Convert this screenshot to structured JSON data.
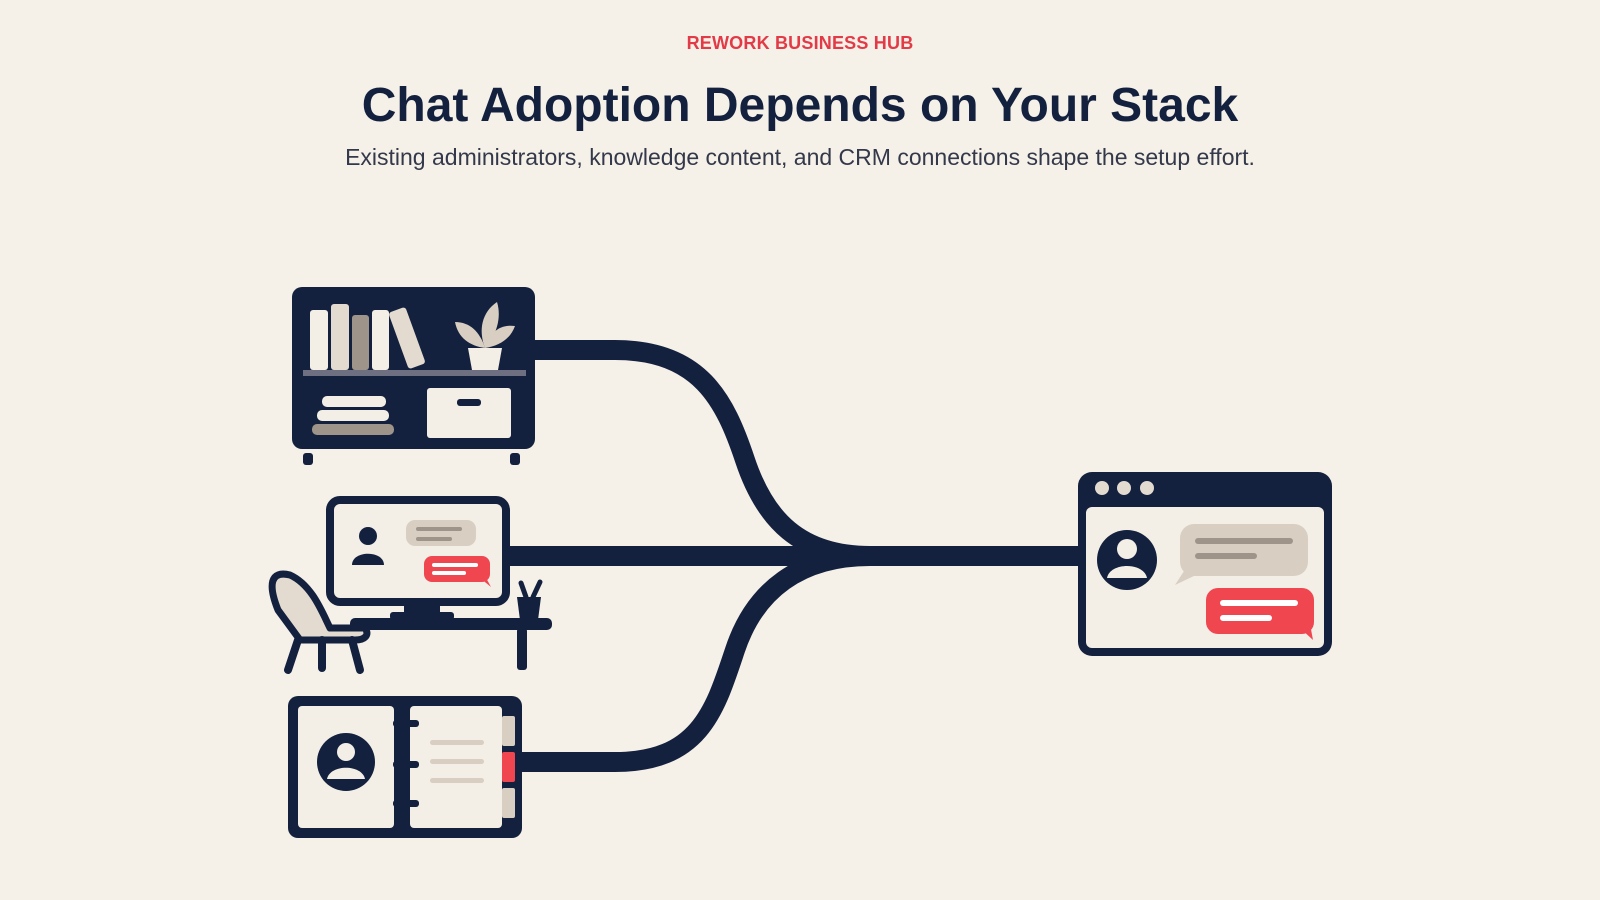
{
  "header": {
    "brand": "REWORK BUSINESS HUB",
    "title": "Chat Adoption Depends on Your Stack",
    "subtitle": "Existing administrators, knowledge content, and CRM connections shape the setup effort."
  },
  "colors": {
    "background": "#f5f0e8",
    "navy": "#14213e",
    "accent_red": "#f04650",
    "beige": "#d8cfc2",
    "cream": "#f3efe6",
    "gray": "#9e948a"
  },
  "diagram": {
    "sources": [
      {
        "icon": "bookshelf-icon"
      },
      {
        "icon": "computer-desk-icon"
      },
      {
        "icon": "contact-book-icon"
      }
    ],
    "target": {
      "icon": "chat-window-icon"
    }
  }
}
